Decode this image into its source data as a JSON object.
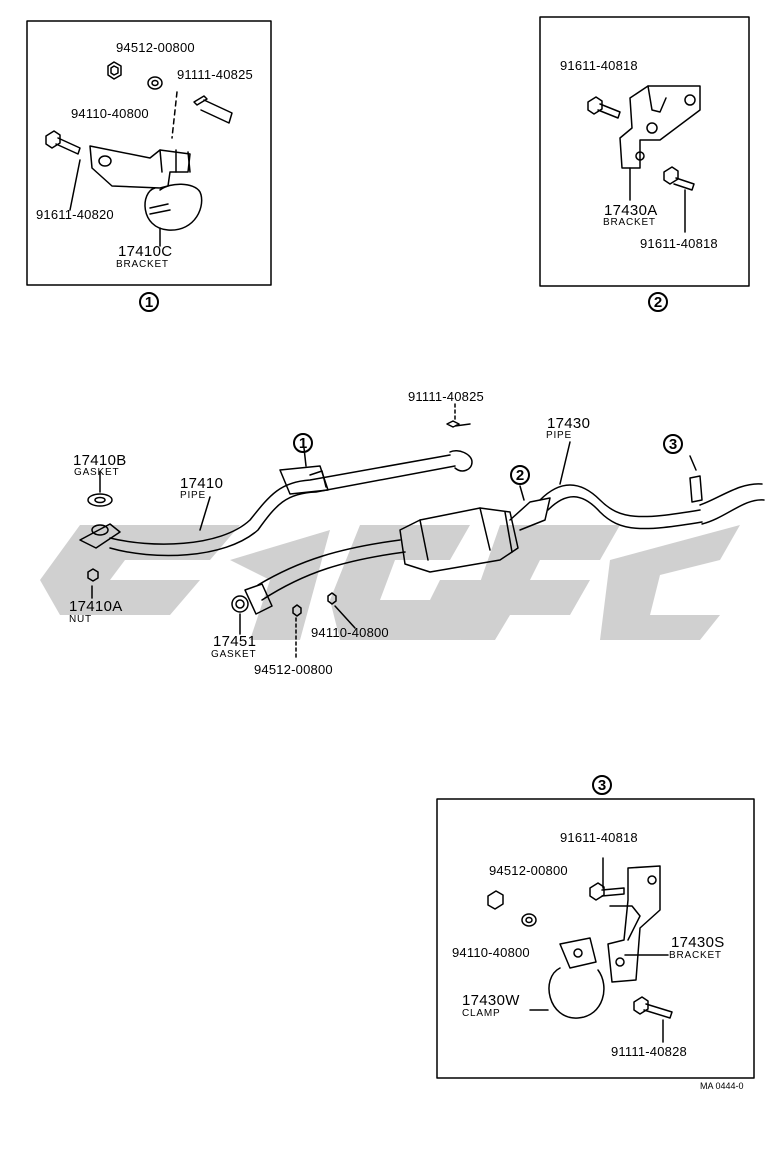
{
  "callouts": {
    "c1": "1",
    "c2": "2",
    "c3": "3"
  },
  "detail1": {
    "p1": "94512-00800",
    "p2": "94110-40800",
    "p3": "91111-40825",
    "p4": "91611-40820",
    "main_no": "17410C",
    "main_name": "BRACKET"
  },
  "detail2": {
    "p1": "91611-40818",
    "main_no": "17430A",
    "main_name": "BRACKET",
    "p2": "91611-40818"
  },
  "detail3": {
    "p1": "91611-40818",
    "p2": "94512-00800",
    "p3": "94110-40800",
    "bracket_no": "17430S",
    "bracket_name": "BRACKET",
    "clamp_no": "17430W",
    "clamp_name": "CLAMP",
    "p4": "91111-40828"
  },
  "main": {
    "bolt": "91111-40825",
    "pipe2_no": "17430",
    "pipe2_name": "PIPE",
    "gasket1_no": "17410B",
    "gasket1_name": "GASKET",
    "pipe1_no": "17410",
    "pipe1_name": "PIPE",
    "nut_no": "17410A",
    "nut_name": "NUT",
    "gasket2_no": "17451",
    "gasket2_name": "GASKET",
    "nut2": "94110-40800",
    "washer2": "94512-00800"
  },
  "figure_code": "MA 0444-0",
  "colors": {
    "line": "#000000",
    "watermark": "#c8c8c8"
  }
}
